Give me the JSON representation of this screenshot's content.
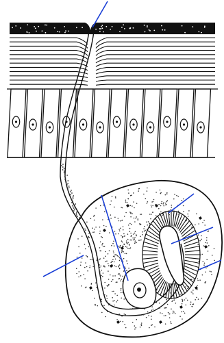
{
  "figure": {
    "ink_color": "#111111",
    "leader_color": "#1a3fd6",
    "stipple_color": "#333333",
    "labels_printed": false
  },
  "callouts": [
    {
      "id": "top-surface-pointer",
      "label": ""
    },
    {
      "id": "striated-gland-pointer",
      "label": ""
    },
    {
      "id": "lumen-pointer",
      "label": ""
    },
    {
      "id": "capsule-right-pointer",
      "label": ""
    },
    {
      "id": "capsule-left-pointer",
      "label": ""
    },
    {
      "id": "cell-nucleus-pointer",
      "label": ""
    }
  ]
}
